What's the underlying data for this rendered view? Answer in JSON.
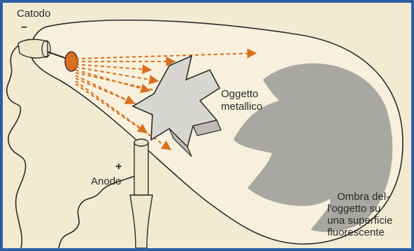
{
  "colors": {
    "frame": "#2f5fa3",
    "paper": "#f3ead2",
    "rays": "#d9701e",
    "shadow": "#a9a7a2",
    "outline": "#2b2b2b"
  },
  "labels": {
    "cathode": "Catodo",
    "cathode_sign": "–",
    "object": [
      "Oggetto",
      "metallico"
    ],
    "anode": "Anodo",
    "anode_sign": "+",
    "shadow": [
      "Ombra del-",
      "l'oggetto su",
      "una superficie",
      "fluorescente"
    ]
  }
}
